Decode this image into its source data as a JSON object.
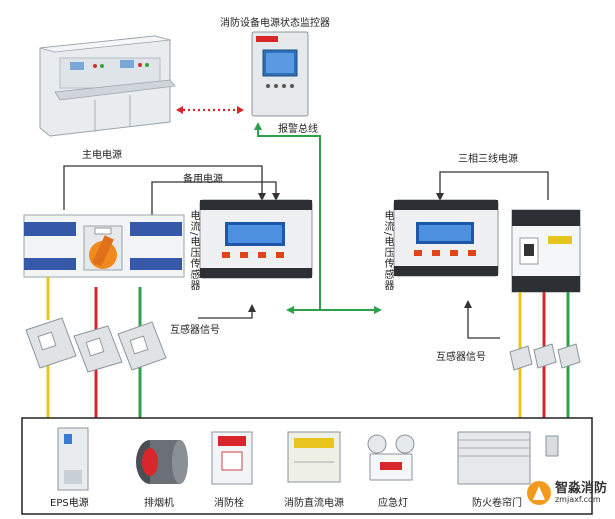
{
  "labels": {
    "monitor_title": "消防设备电源状态监控器",
    "alarm_bus": "报警总线",
    "main_power": "主电电源",
    "backup_power": "备用电源",
    "three_phase": "三相三线电源",
    "sensor_left": "电流/电压传感器",
    "sensor_right": "电流/电压传感器",
    "ct_signal_left": "互感器信号",
    "ct_signal_right": "互感器信号"
  },
  "devices": [
    {
      "label": "EPS电源",
      "icon": "eps-cabinet-icon"
    },
    {
      "label": "排烟机",
      "icon": "smoke-exhaust-fan-icon"
    },
    {
      "label": "消防栓",
      "icon": "fire-hydrant-box-icon"
    },
    {
      "label": "消防直流电源",
      "icon": "dc-power-box-icon"
    },
    {
      "label": "应急灯",
      "icon": "emergency-light-icon"
    },
    {
      "label": "防火卷帘门",
      "icon": "fire-shutter-door-icon"
    }
  ],
  "watermark": {
    "name": "智淼消防",
    "url": "zmjaxf.com"
  },
  "colors": {
    "red": "#d8262b",
    "green": "#2ea04a",
    "yellow": "#e8c51e",
    "line": "#333333",
    "orange": "#f08a1c"
  }
}
